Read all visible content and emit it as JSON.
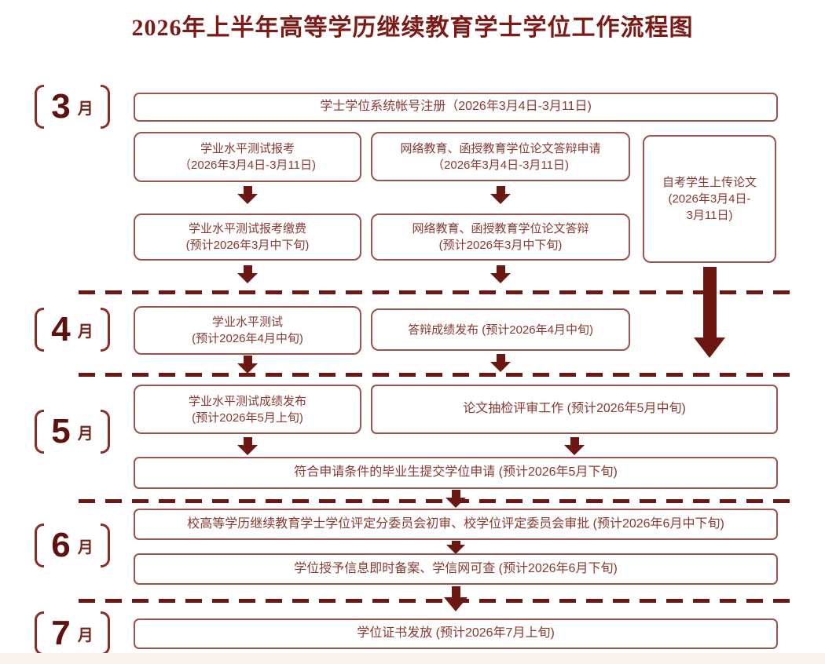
{
  "title": "2026年上半年高等学历继续教育学士学位工作流程图",
  "months": [
    {
      "number": "3",
      "unit": "月"
    },
    {
      "number": "4",
      "unit": "月"
    },
    {
      "number": "5",
      "unit": "月"
    },
    {
      "number": "6",
      "unit": "月"
    },
    {
      "number": "7",
      "unit": "月"
    }
  ],
  "boxes": {
    "register": {
      "lines": [
        "学士学位系统帐号注册（2026年3月4日-3月11日)"
      ]
    },
    "test_apply": {
      "lines": [
        "学业水平测试报考",
        "（2026年3月4日-3月11日)"
      ]
    },
    "defense_apply": {
      "lines": [
        "网络教育、函授教育学位论文答辩申请",
        "（2026年3月4日-3月11日)"
      ]
    },
    "upload": {
      "lines": [
        "自考学生上传论文",
        "(2026年3月4日-",
        "3月11日)"
      ]
    },
    "test_pay": {
      "lines": [
        "学业水平测试报考缴费",
        "(预计2026年3月中下旬)"
      ]
    },
    "defense": {
      "lines": [
        "网络教育、函授教育学位论文答辩",
        "(预计2026年3月中下旬)"
      ]
    },
    "test": {
      "lines": [
        "学业水平测试",
        "(预计2026年4月中旬)"
      ]
    },
    "defense_score": {
      "lines": [
        "答辩成绩发布 (预计2026年4月中旬)"
      ]
    },
    "test_score": {
      "lines": [
        "学业水平测试成绩发布",
        "(预计2026年5月上旬)"
      ]
    },
    "paper_review": {
      "lines": [
        "论文抽检评审工作 (预计2026年5月中旬)"
      ]
    },
    "submit": {
      "lines": [
        "符合申请条件的毕业生提交学位申请 (预计2026年5月下旬)"
      ]
    },
    "committee": {
      "lines": [
        "校高等学历继续教育学士学位评定分委员会初审、校学位评定委员会审批 (预计2026年6月中下旬)"
      ]
    },
    "record": {
      "lines": [
        "学位授予信息即时备案、学信网可查 (预计2026年6月下旬)"
      ]
    },
    "certificate": {
      "lines": [
        "学位证书发放 (预计2026年7月上旬)"
      ]
    }
  },
  "colors": {
    "title_red": "#7d1a15",
    "arrow_maroon": "#6d1712",
    "box_border": "#9c524d",
    "box_text": "#8a3832",
    "bracket": "#8c2e28",
    "footer_strip": "#faf2ee"
  }
}
